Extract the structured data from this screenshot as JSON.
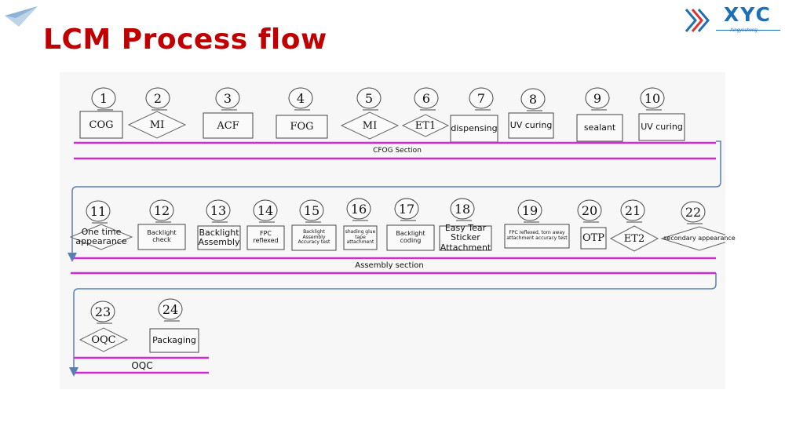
{
  "page": {
    "title": "LCM Process flow",
    "logo_text": "XYC",
    "logo_sub": "Xingyecheng"
  },
  "steps": [
    {
      "num": "1",
      "label": "COG"
    },
    {
      "num": "2",
      "label": "MI"
    },
    {
      "num": "3",
      "label": "ACF"
    },
    {
      "num": "4",
      "label": "FOG"
    },
    {
      "num": "5",
      "label": "MI"
    },
    {
      "num": "6",
      "label": "ET1"
    },
    {
      "num": "7",
      "label": "dispensing"
    },
    {
      "num": "8",
      "label": "UV curing"
    },
    {
      "num": "9",
      "label": "sealant"
    },
    {
      "num": "10",
      "label": "UV curing"
    },
    {
      "num": "11",
      "label": "One time appearance"
    },
    {
      "num": "12",
      "label": "Backlight check"
    },
    {
      "num": "13",
      "label": "Backlight Assembly"
    },
    {
      "num": "14",
      "label": "FPC reflexed"
    },
    {
      "num": "15",
      "label": "Backlight Assembly Accuracy test"
    },
    {
      "num": "16",
      "label": "shading glue tape attachment"
    },
    {
      "num": "17",
      "label": "Backlight coding"
    },
    {
      "num": "18",
      "label": "Easy Tear Sticker Attachment"
    },
    {
      "num": "19",
      "label": "FPC reflexed, torn away attachment accuracy test"
    },
    {
      "num": "20",
      "label": "OTP"
    },
    {
      "num": "21",
      "label": "ET2"
    },
    {
      "num": "22",
      "label": "secondary appearance"
    },
    {
      "num": "23",
      "label": "OQC"
    },
    {
      "num": "24",
      "label": "Packaging"
    }
  ],
  "sections": {
    "s1": "CFOG Section",
    "s2": "Assembly section",
    "s3": "OQC"
  }
}
